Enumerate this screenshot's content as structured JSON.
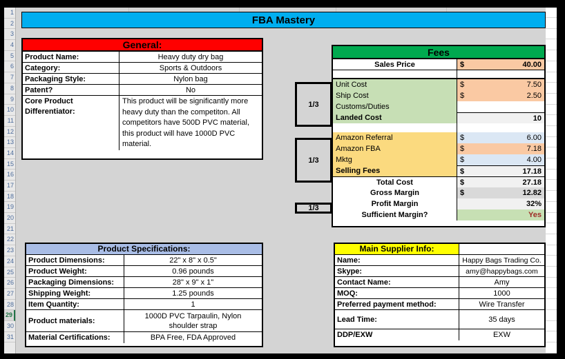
{
  "title_bar": {
    "text": "FBA Mastery"
  },
  "row_headers": {
    "numbers": [
      "1",
      "2",
      "3",
      "4",
      "5",
      "6",
      "7",
      "8",
      "9",
      "10",
      "11",
      "12",
      "13",
      "14",
      "15",
      "16",
      "17",
      "18",
      "19",
      "20",
      "21",
      "22",
      "23",
      "24",
      "25",
      "26",
      "27",
      "28",
      "29",
      "30",
      "31"
    ],
    "selected_index": 28
  },
  "general": {
    "title": "General:",
    "rows": [
      {
        "label": "Product Name:",
        "value": "Heavy duty dry bag"
      },
      {
        "label": "Category:",
        "value": "Sports & Outdoors"
      },
      {
        "label": "Packaging Style:",
        "value": "Nylon bag"
      },
      {
        "label": "Patent?",
        "value": "No"
      }
    ],
    "differentiator": {
      "label_line1": "Core Product",
      "label_line2": "Differentiator:",
      "value": "This product will be significantly more heavy duty than the competiton. All competitors have 500D PVC material, this product will have 1000D PVC material."
    }
  },
  "specs": {
    "title": "Product Specifications:",
    "rows": [
      {
        "label": "Product Dimensions:",
        "value": "22\" x 8\" x 0.5\""
      },
      {
        "label": "Product Weight:",
        "value": "0.96 pounds"
      },
      {
        "label": "Packaging Dimensions:",
        "value": "28\" x 9\" x 1\""
      },
      {
        "label": "Shipping Weight:",
        "value": "1.25 pounds"
      },
      {
        "label": "Item Quantity:",
        "value": "1"
      }
    ],
    "materials": {
      "label": "Product materials:",
      "line1": "1000D PVC Tarpaulin, Nylon",
      "line2": "shoulder strap"
    },
    "certifications": {
      "label": "Material Certifications:",
      "value": "BPA Free, FDA Approved"
    }
  },
  "fees": {
    "title": "Fees",
    "sales_price": {
      "label": "Sales Price",
      "currency": "$",
      "value": "40.00"
    },
    "landed": {
      "unit_cost": {
        "label": "Unit Cost",
        "currency": "$",
        "value": "7.50"
      },
      "ship_cost": {
        "label": "Ship Cost",
        "currency": "$",
        "value": "2.50"
      },
      "customs": {
        "label": "Customs/Duties",
        "currency": "",
        "value": ""
      },
      "landed_cost": {
        "label": "Landed Cost",
        "currency": "",
        "value": "10"
      }
    },
    "selling": {
      "referral": {
        "label": "Amazon Referral",
        "currency": "$",
        "value": "6.00"
      },
      "fba": {
        "label": "Amazon FBA",
        "currency": "$",
        "value": "7.18"
      },
      "mktg": {
        "label": "Mktg",
        "currency": "$",
        "value": "4.00"
      },
      "selling_fees": {
        "label": "Selling Fees",
        "currency": "$",
        "value": "17.18"
      }
    },
    "summary": {
      "total_cost": {
        "label": "Total Cost",
        "currency": "$",
        "value": "27.18"
      },
      "gross_margin": {
        "label": "Gross Margin",
        "currency": "$",
        "value": "12.82"
      },
      "profit_margin": {
        "label": "Profit Margin",
        "currency": "",
        "value": "32%"
      },
      "sufficient": {
        "label": "Sufficient Margin?",
        "currency": "",
        "value": "Yes"
      }
    },
    "badges": {
      "one": "1/3",
      "two": "1/3",
      "three": "1/3"
    }
  },
  "supplier": {
    "title": "Main Supplier Info:",
    "rows": [
      {
        "label": "Name:",
        "value": "Happy Bags Trading Co."
      },
      {
        "label": "Skype:",
        "value": "amy@happybags.com"
      },
      {
        "label": "Contact Name:",
        "value": "Amy"
      },
      {
        "label": "MOQ:",
        "value": "1000"
      },
      {
        "label": "Preferred payment method:",
        "value": "Wire Transfer"
      },
      {
        "label": "Lead Time:",
        "value": "35 days"
      },
      {
        "label": "DDP/EXW",
        "value": "EXW"
      }
    ]
  },
  "colors": {
    "title_banner": "#00AEEF",
    "general_header": "#FF0000",
    "fees_header": "#00A94F",
    "specs_header": "#A9BDE6",
    "supplier_header": "#FFFF00",
    "landed_group": "#C7DFB5",
    "selling_group": "#FBDA7F",
    "input_peach": "#FAC9A3",
    "input_blue": "#DBE7F4",
    "calc_gray": "#F1F1F1",
    "calc_gray_dark": "#D9D9D9",
    "sufficient_green": "#C7E0B4",
    "sufficient_text": "#9E2B25",
    "sheet_background": "#d4d4d4"
  }
}
